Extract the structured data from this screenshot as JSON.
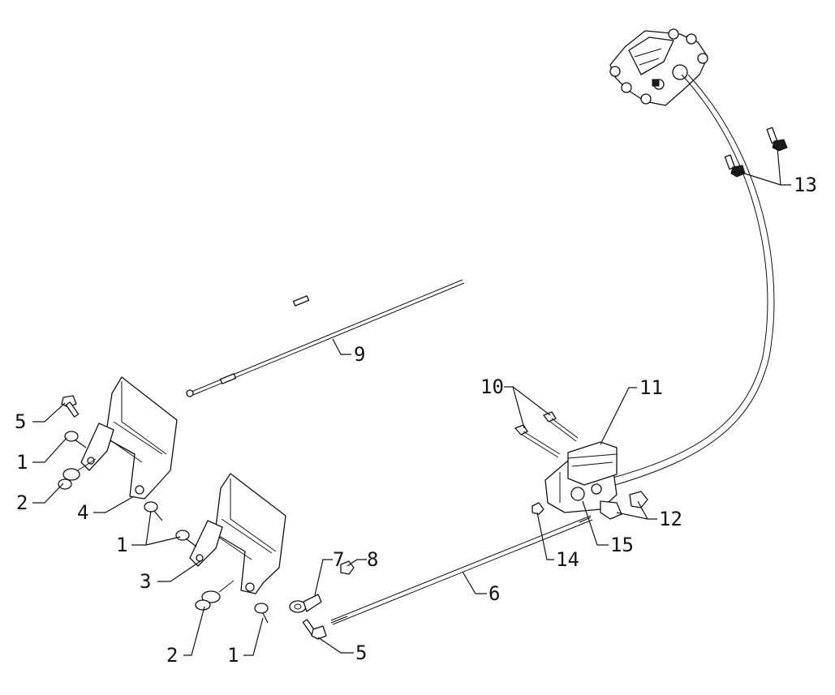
{
  "callouts": {
    "c1a": "1",
    "c1b": "1",
    "c1c": "1",
    "c2a": "2",
    "c2b": "2",
    "c3": "3",
    "c4": "4",
    "c5a": "5",
    "c5b": "5",
    "c6": "6",
    "c7": "7",
    "c8": "8",
    "c9": "9",
    "c10": "10",
    "c11": "11",
    "c12": "12",
    "c13": "13",
    "c14": "14",
    "c15": "15"
  }
}
